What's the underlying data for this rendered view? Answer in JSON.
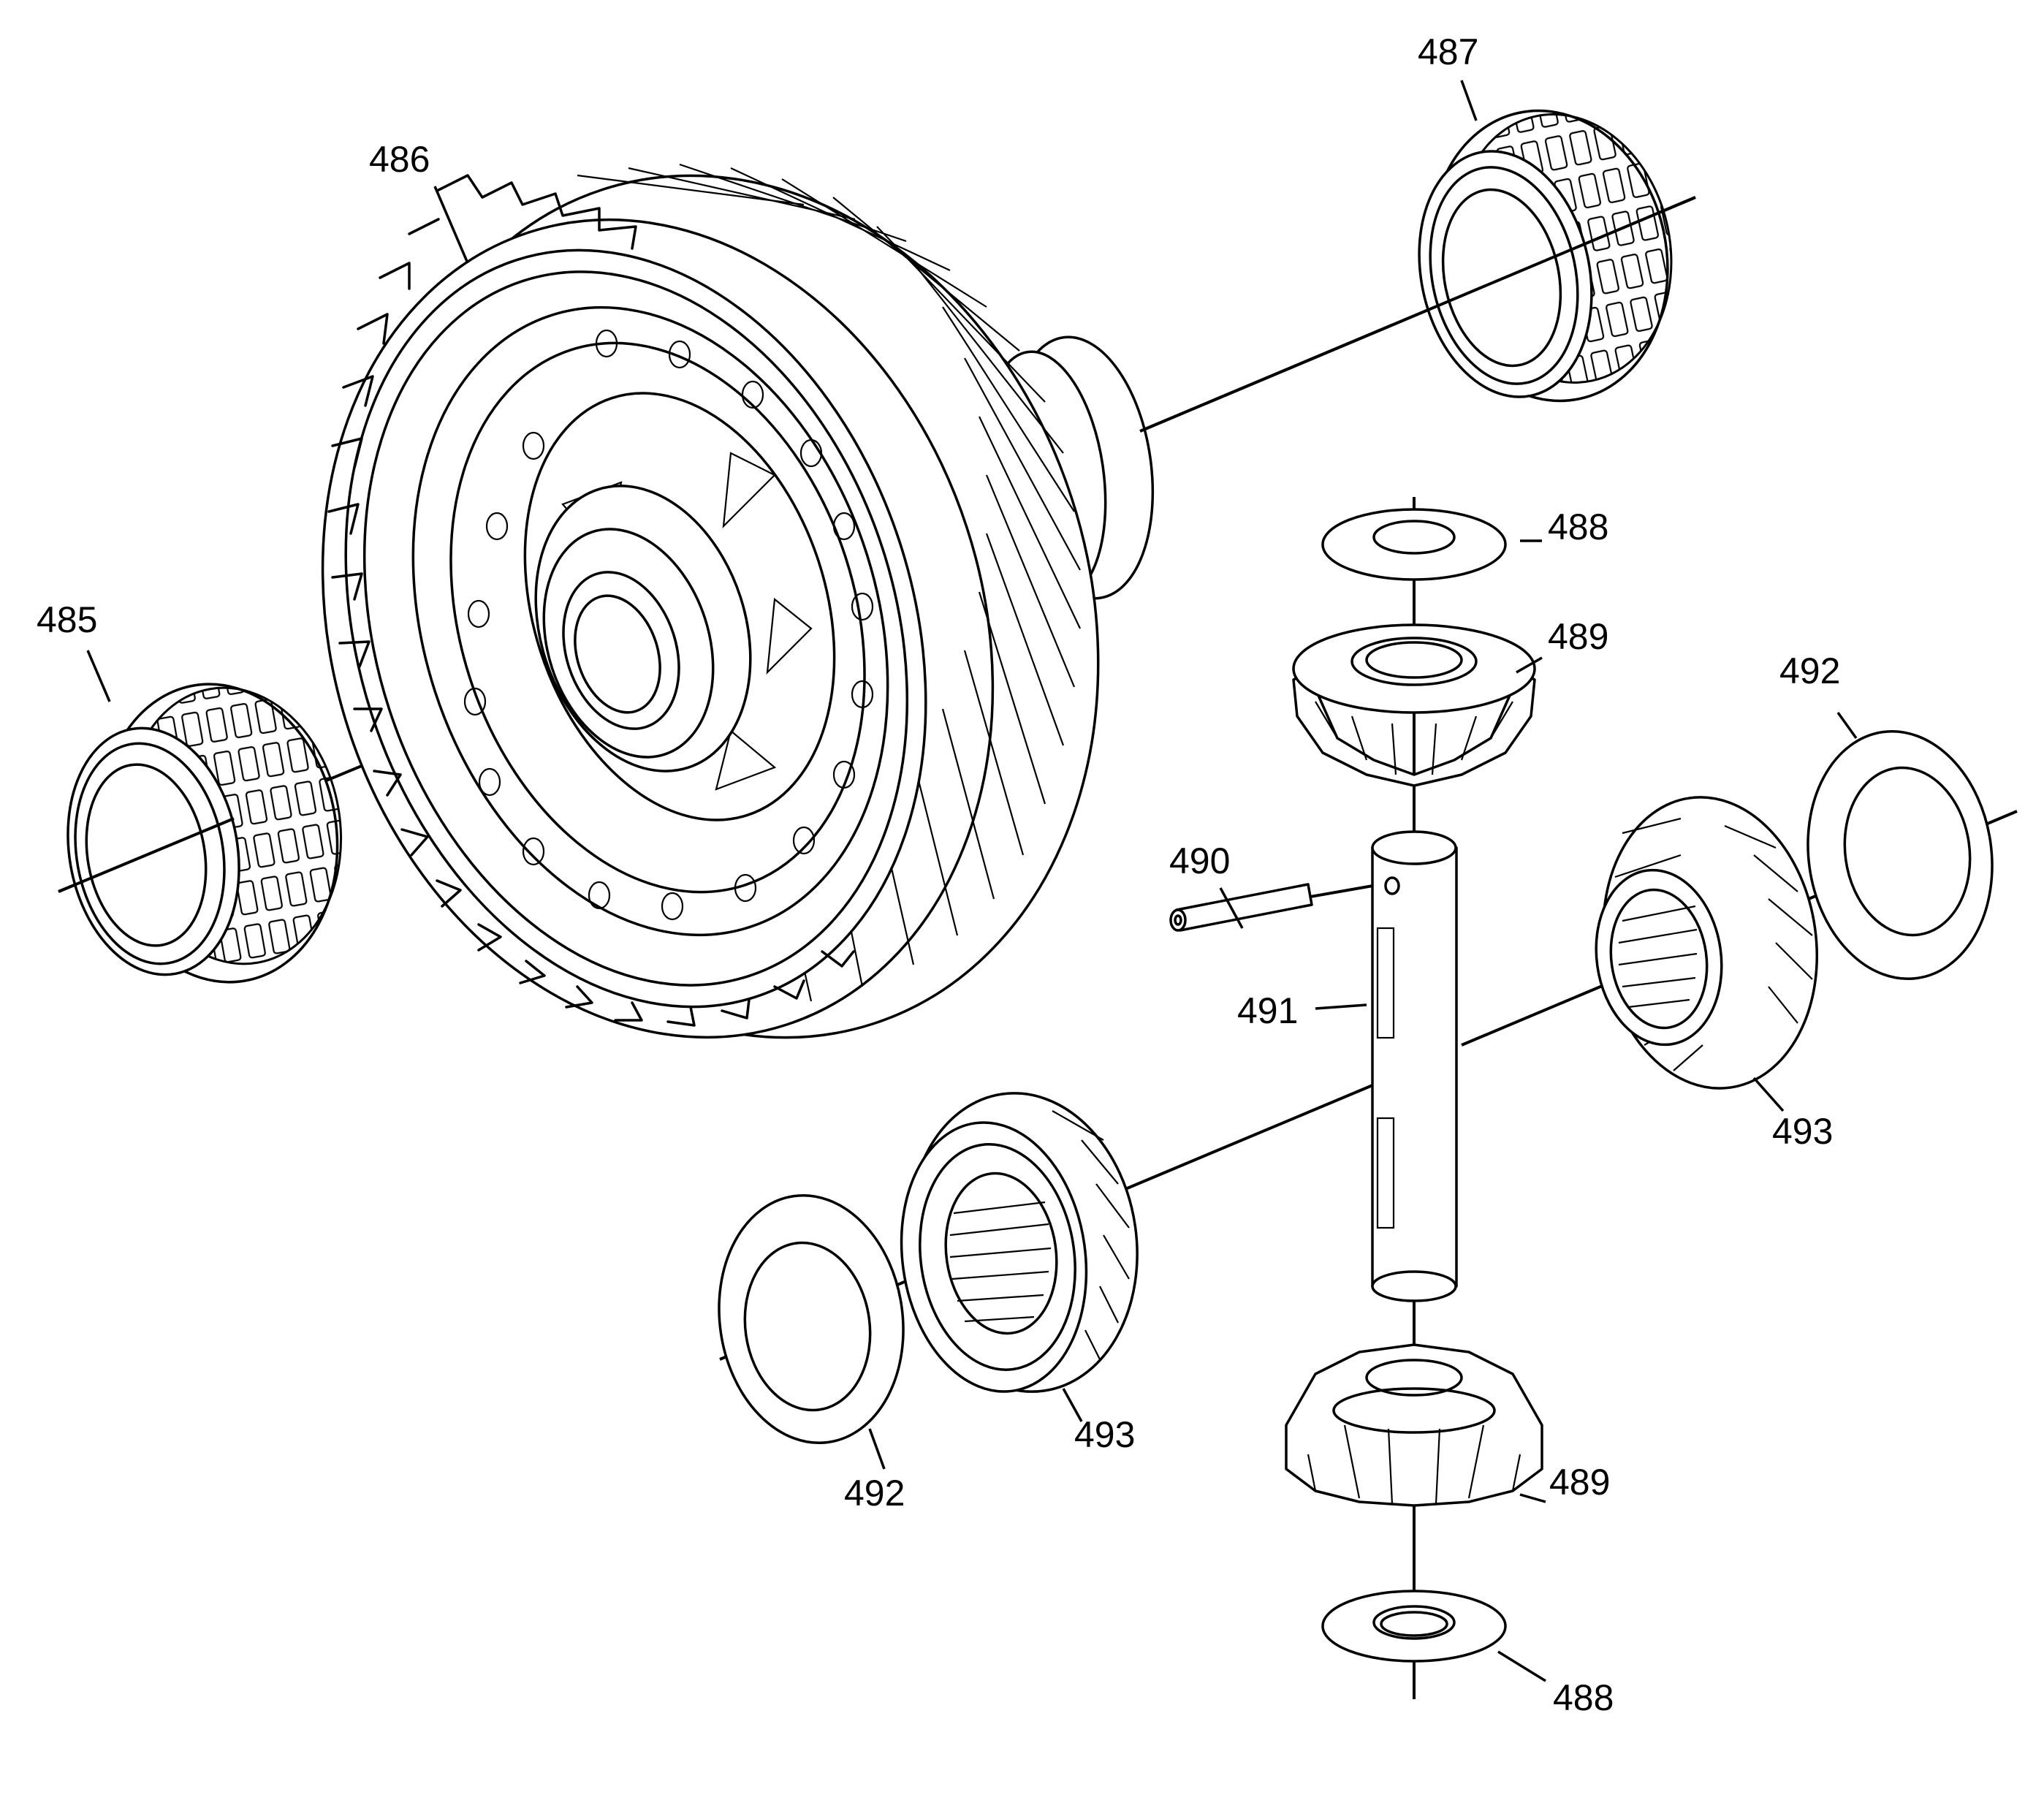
{
  "callouts": {
    "c485": "485",
    "c486": "486",
    "c487": "487",
    "c488_top": "488",
    "c488_bottom": "488",
    "c489_top": "489",
    "c489_bottom": "489",
    "c490": "490",
    "c491": "491",
    "c492_right": "492",
    "c492_left": "492",
    "c493_right": "493",
    "c493_left": "493"
  }
}
